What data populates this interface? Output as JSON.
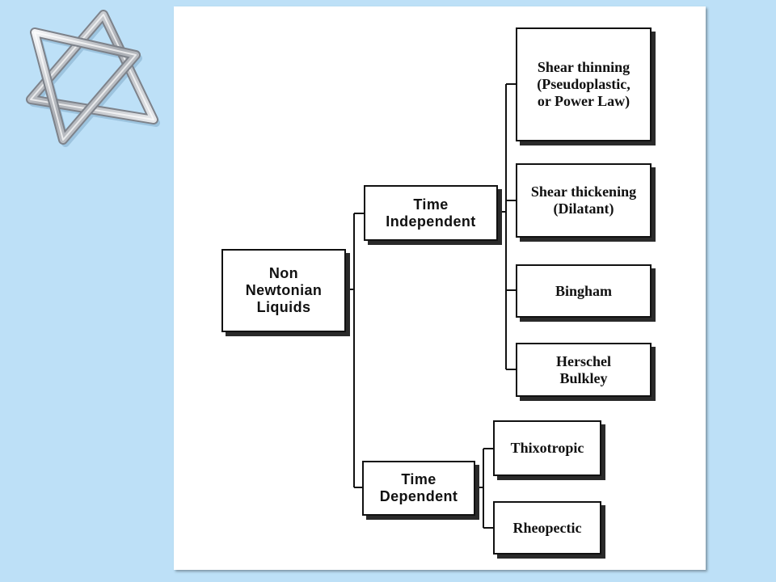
{
  "slide": {
    "background_color": "#bde0f7",
    "panel_color": "#ffffff",
    "logo": {
      "icon": "six-pointed-star-icon",
      "color": "#c9ccd0"
    }
  },
  "diagram": {
    "root": "Non\nNewtonian\nLiquids",
    "time_independent": {
      "label": "Time\nIndependent",
      "children": [
        "Shear thinning\n(Pseudoplastic,\nor Power Law)",
        "Shear thickening\n(Dilatant)",
        "Bingham",
        "Herschel\nBulkley"
      ]
    },
    "time_dependent": {
      "label": "Time\nDependent",
      "children": [
        "Thixotropic",
        "Rheopectic"
      ]
    }
  }
}
